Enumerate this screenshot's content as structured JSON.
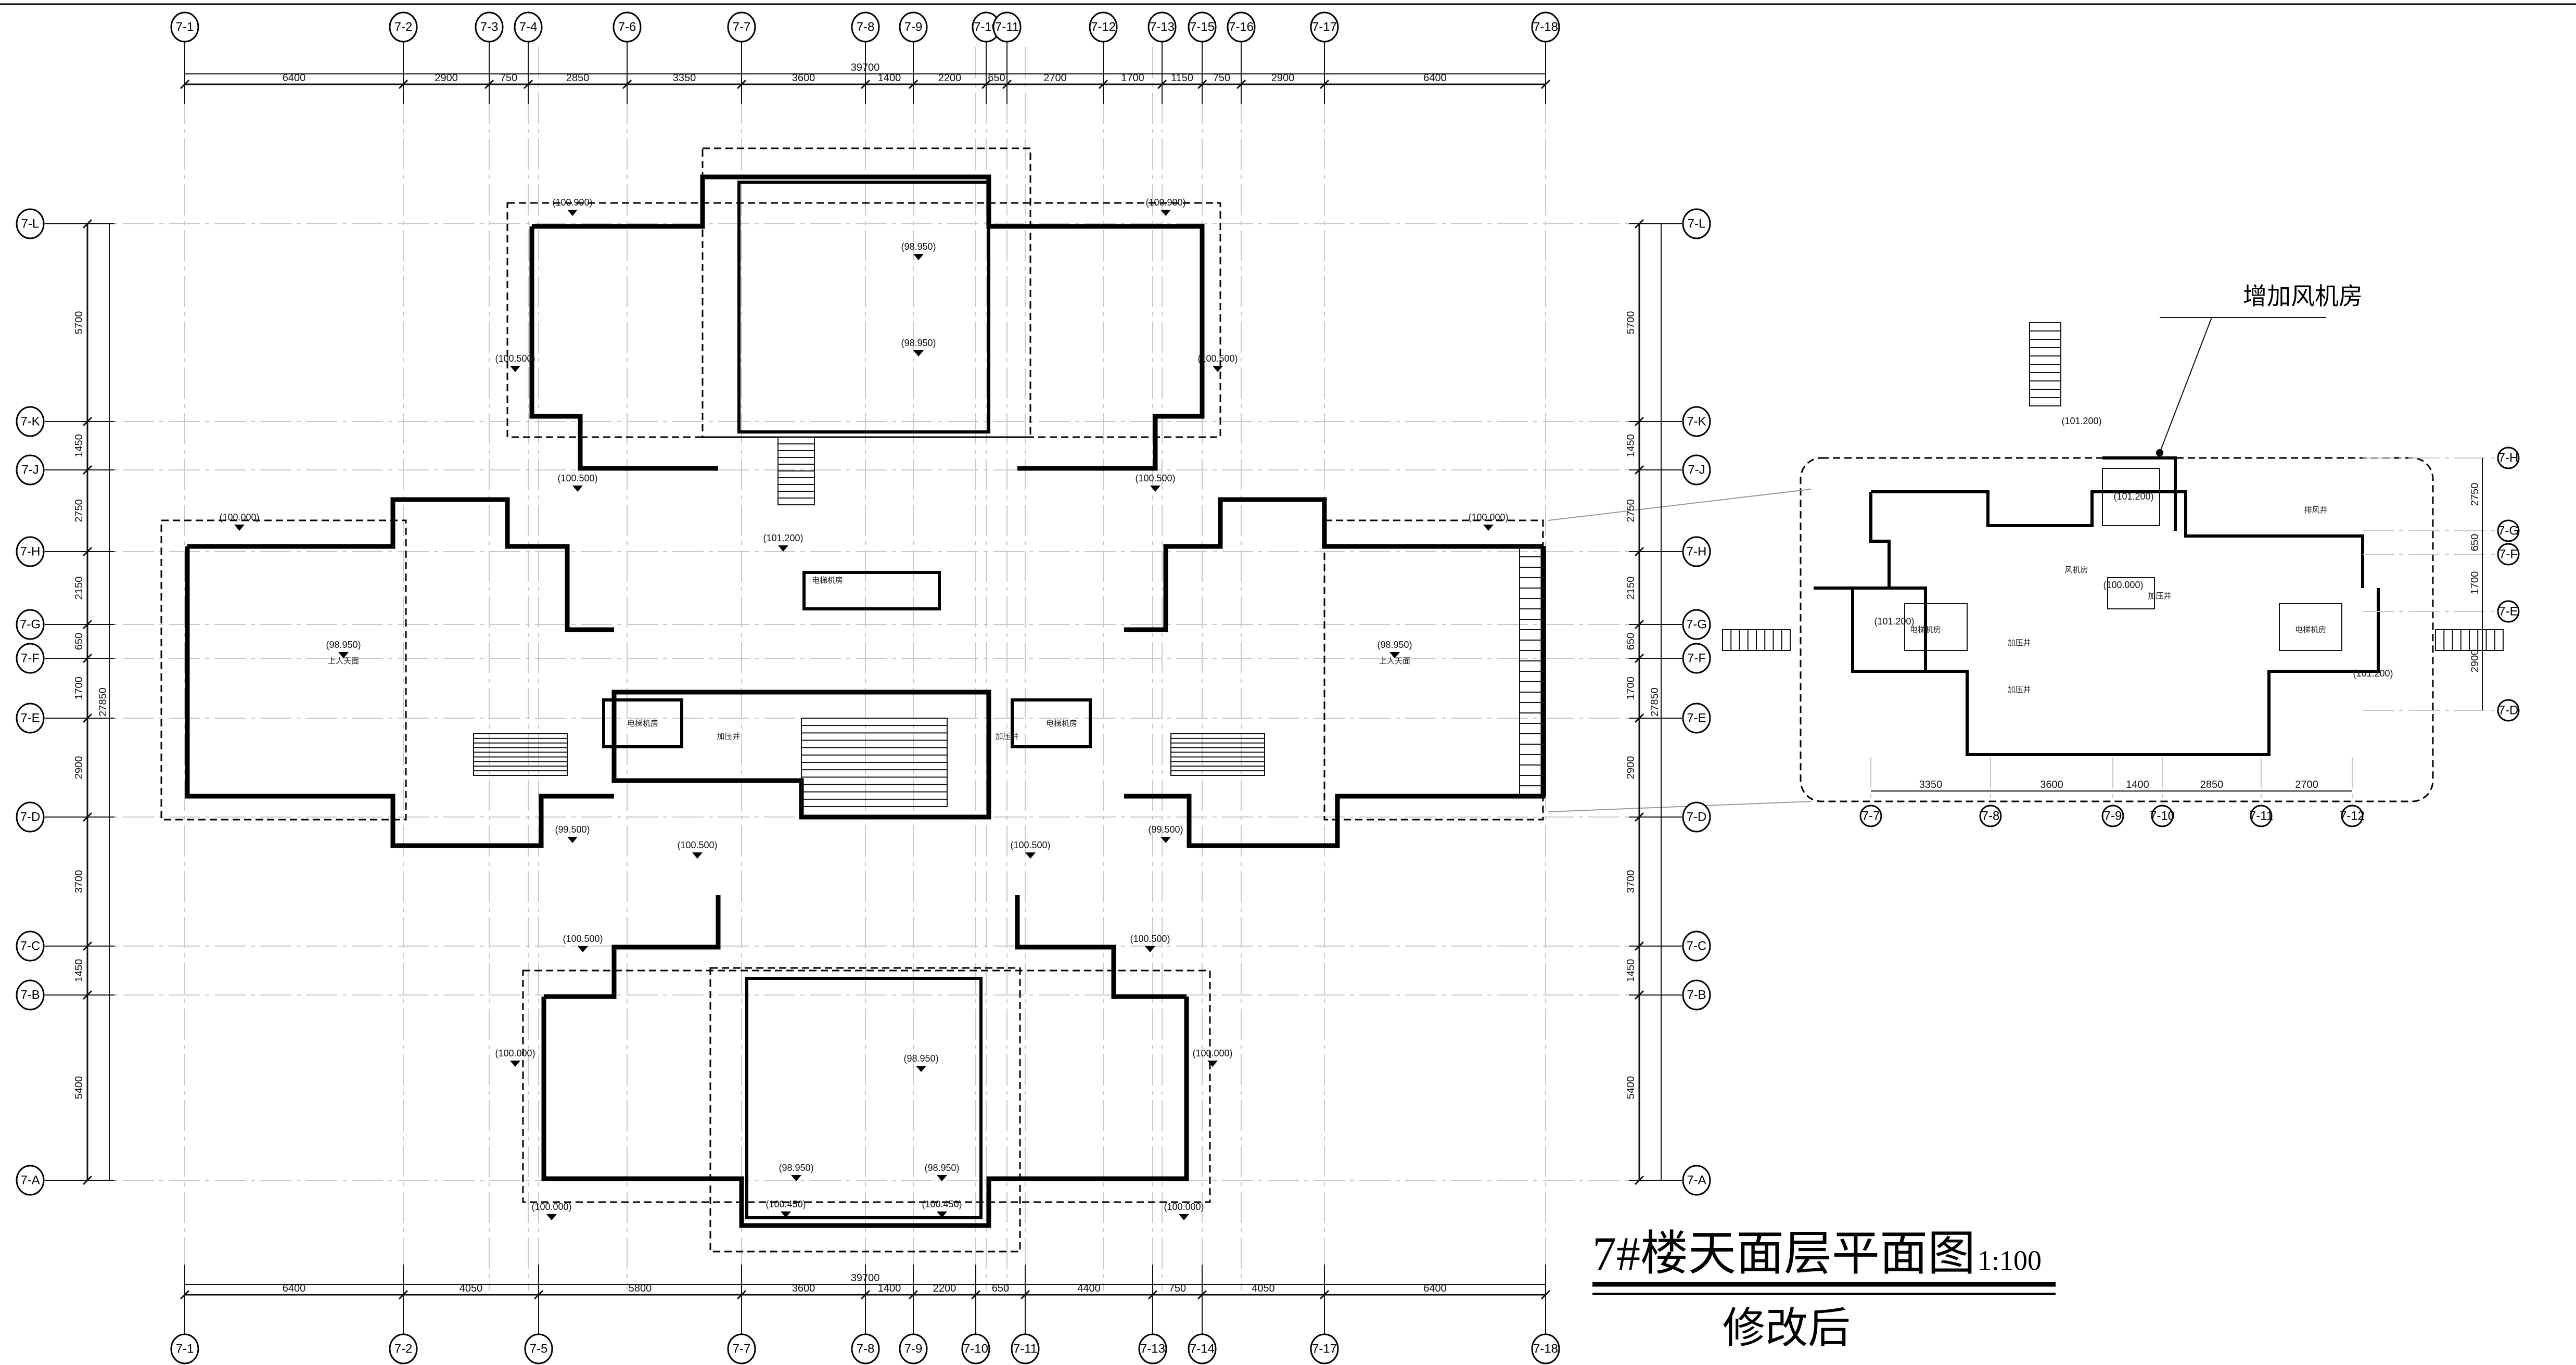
{
  "drawing": {
    "title": "7#楼天面层平面图",
    "scale": "1:100",
    "subtitle": "修改后",
    "annotation": "增加风机房"
  },
  "axes": {
    "top": [
      "7-1",
      "7-2",
      "7-3",
      "7-4",
      "7-6",
      "7-7",
      "7-8",
      "7-9",
      "7-10",
      "7-11",
      "7-12",
      "7-13",
      "7-15",
      "7-16",
      "7-17",
      "7-18"
    ],
    "bottom": [
      "7-1",
      "7-2",
      "7-5",
      "7-7",
      "7-8",
      "7-9",
      "7-10",
      "7-11",
      "7-13",
      "7-14",
      "7-17",
      "7-18"
    ],
    "left": [
      "7-L",
      "7-K",
      "7-J",
      "7-H",
      "7-G",
      "7-F",
      "7-E",
      "7-D",
      "7-C",
      "7-B",
      "7-A"
    ],
    "right": [
      "7-L",
      "7-K",
      "7-J",
      "7-H",
      "7-G",
      "7-F",
      "7-E",
      "7-D",
      "7-C",
      "7-B",
      "7-A"
    ],
    "detail_right": [
      "7-H",
      "7-G",
      "7-F",
      "7-E",
      "7-D"
    ],
    "detail_bottom": [
      "7-7",
      "7-8",
      "7-9",
      "7-10",
      "7-11",
      "7-12"
    ]
  },
  "dimensions": {
    "top": [
      "6400",
      "2900",
      "750",
      "2850",
      "3350",
      "3600",
      "1400",
      "2200",
      "650",
      "2700",
      "1700",
      "1150",
      "750",
      "2900",
      "6400"
    ],
    "top_total": "39700",
    "bottom": [
      "6400",
      "4050",
      "5800",
      "3600",
      "1400",
      "2200",
      "650",
      "4400",
      "750",
      "4050",
      "6400"
    ],
    "bottom_total": "39700",
    "left": [
      "5700",
      "1450",
      "2750",
      "2150",
      "650",
      "1700",
      "2900",
      "3700",
      "1450",
      "5400"
    ],
    "left_total": "27850",
    "detail_bottom": [
      "3350",
      "3600",
      "1400",
      "2850",
      "2700"
    ],
    "detail_right": [
      "2750",
      "650",
      "1700",
      "2900"
    ]
  },
  "levels": [
    "(100.900)",
    "(100.500)",
    "(100.000)",
    "(98.950)",
    "(101.200)",
    "(99.500)",
    "(100.450)"
  ],
  "rooms": [
    "电梯机房",
    "加压井",
    "风机房",
    "上人天面",
    "排风井"
  ]
}
